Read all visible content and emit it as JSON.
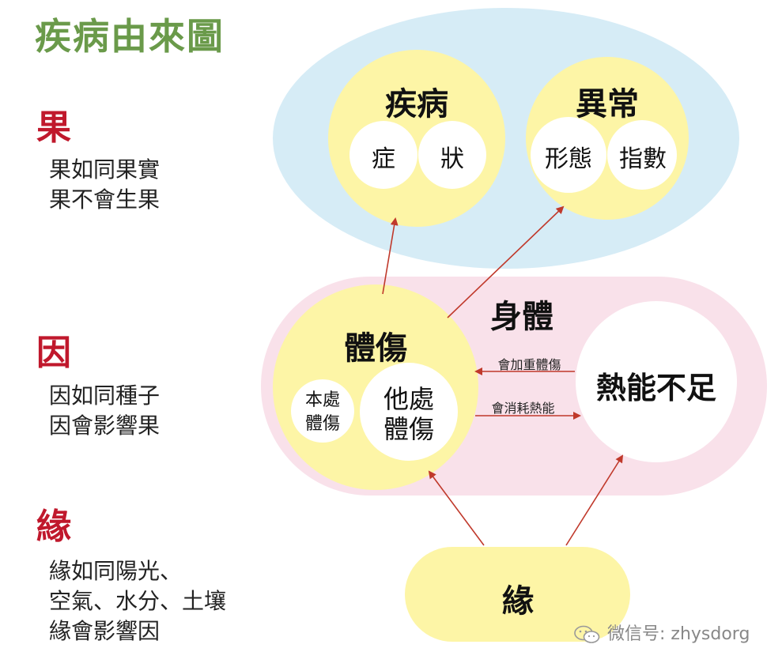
{
  "title": "疾病由來圖",
  "sections": {
    "fruit": {
      "head": "果",
      "lines": [
        "果如同果實",
        "果不會生果"
      ]
    },
    "cause": {
      "head": "因",
      "lines": [
        "因如同種子",
        "因會影響果"
      ]
    },
    "condition": {
      "head": "緣",
      "lines": [
        "緣如同陽光、",
        "空氣、水分、土壤",
        "緣會影響因"
      ]
    }
  },
  "diagram": {
    "disease": {
      "label": "疾病",
      "sub": [
        "症",
        "狀"
      ]
    },
    "abnormal": {
      "label": "異常",
      "sub": [
        "形態",
        "指數"
      ]
    },
    "body": {
      "label": "身體"
    },
    "injury": {
      "label": "體傷",
      "local": [
        "本處",
        "體傷"
      ],
      "other": [
        "他處",
        "體傷"
      ]
    },
    "heat": {
      "label": "熱能不足"
    },
    "arrow_top": "會加重體傷",
    "arrow_bottom": "會消耗熱能",
    "condition": {
      "label": "緣"
    }
  },
  "watermark": {
    "text": "微信号: zhysdorg"
  },
  "colors": {
    "title": "#6a9a4a",
    "heading": "#c0182c",
    "result_ellipse": "#d6ecf6",
    "body_capsule": "#f9e1ea",
    "yellow": "#fdf5a6",
    "arrow": "#c0392b"
  }
}
